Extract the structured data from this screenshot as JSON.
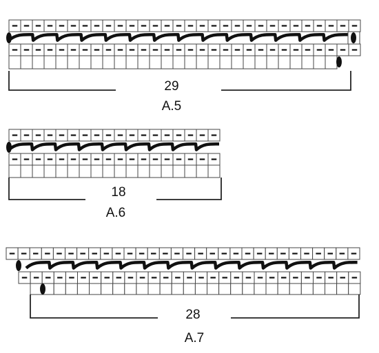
{
  "colors": {
    "grid": "#444444",
    "mark": "#111111",
    "background": "#ffffff"
  },
  "legend_symbols": [
    "purl-dash",
    "cable-twist-stroke",
    "oval-stitch"
  ],
  "charts": [
    {
      "id": "A.5",
      "name": "A.5",
      "stitch_count": "29"
    },
    {
      "id": "A.6",
      "name": "A.6",
      "stitch_count": "18"
    },
    {
      "id": "A.7",
      "name": "A.7",
      "stitch_count": "28"
    }
  ]
}
